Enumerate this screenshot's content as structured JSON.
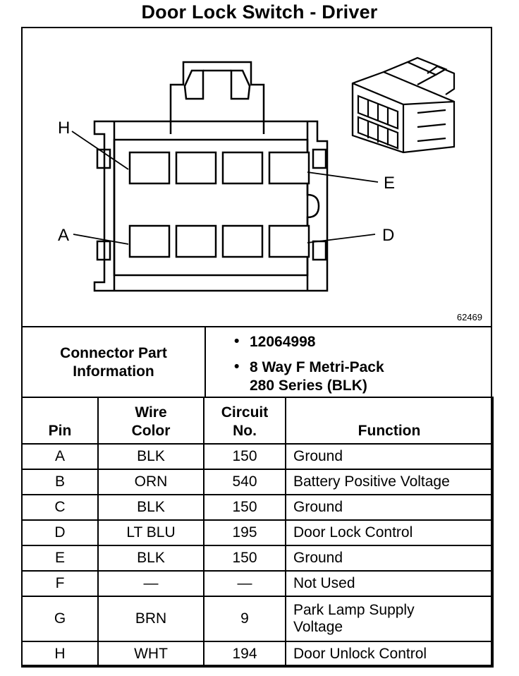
{
  "title": "Door Lock Switch - Driver",
  "figure_number": "62469",
  "pin_labels": {
    "h": "H",
    "e": "E",
    "a": "A",
    "d": "D"
  },
  "connector_info": {
    "label_line1": "Connector Part",
    "label_line2": "Information",
    "bullet": "•",
    "part_number": "12064998",
    "description_line1": "8 Way F Metri-Pack",
    "description_line2": "280 Series (BLK)"
  },
  "table": {
    "headers": {
      "pin": "Pin",
      "wire_color_line1": "Wire",
      "wire_color_line2": "Color",
      "circuit_line1": "Circuit",
      "circuit_line2": "No.",
      "function": "Function"
    },
    "rows": [
      {
        "pin": "A",
        "wire": "BLK",
        "circuit": "150",
        "function": "Ground",
        "function2": ""
      },
      {
        "pin": "B",
        "wire": "ORN",
        "circuit": "540",
        "function": "Battery Positive Voltage",
        "function2": ""
      },
      {
        "pin": "C",
        "wire": "BLK",
        "circuit": "150",
        "function": "Ground",
        "function2": ""
      },
      {
        "pin": "D",
        "wire": "LT BLU",
        "circuit": "195",
        "function": "Door Lock Control",
        "function2": ""
      },
      {
        "pin": "E",
        "wire": "BLK",
        "circuit": "150",
        "function": "Ground",
        "function2": ""
      },
      {
        "pin": "F",
        "wire": "—",
        "circuit": "—",
        "function": "Not Used",
        "function2": ""
      },
      {
        "pin": "G",
        "wire": "BRN",
        "circuit": "9",
        "function": "Park Lamp Supply",
        "function2": "Voltage"
      },
      {
        "pin": "H",
        "wire": "WHT",
        "circuit": "194",
        "function": "Door Unlock Control",
        "function2": ""
      }
    ]
  }
}
